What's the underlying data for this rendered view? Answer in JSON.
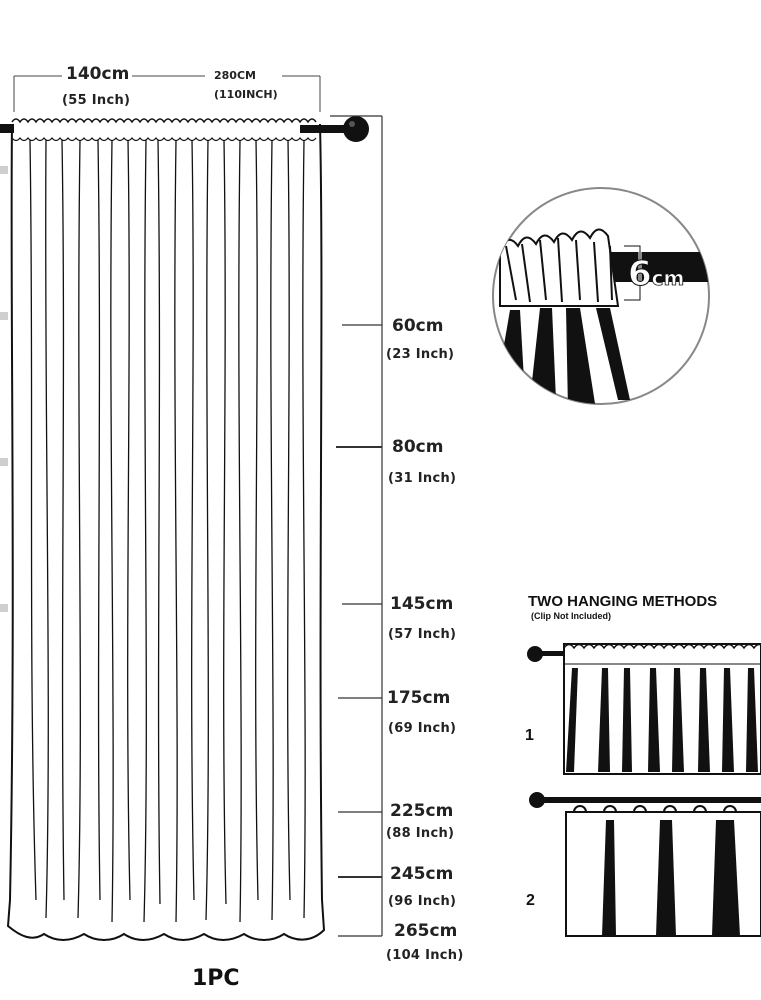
{
  "width_label": {
    "cm": "140cm",
    "inch": "(55 Inch)"
  },
  "rod_label": {
    "cm": "280CM",
    "inch": "(110INCH)"
  },
  "pocket_label": {
    "value": "6",
    "unit": "cm"
  },
  "lengths": [
    {
      "cm": "60cm",
      "inch": "(23 Inch)"
    },
    {
      "cm": "80cm",
      "inch": "(31 Inch)"
    },
    {
      "cm": "145cm",
      "inch": "(57 Inch)"
    },
    {
      "cm": "175cm",
      "inch": "(69 Inch)"
    },
    {
      "cm": "225cm",
      "inch": "(88 Inch)"
    },
    {
      "cm": "245cm",
      "inch": "(96 Inch)"
    },
    {
      "cm": "265cm",
      "inch": "(104 Inch)"
    }
  ],
  "methods": {
    "title": "TWO HANGING METHODS",
    "subtitle": "(Clip Not Included)",
    "items": [
      "1",
      "2"
    ]
  },
  "quantity_label": "1PC"
}
